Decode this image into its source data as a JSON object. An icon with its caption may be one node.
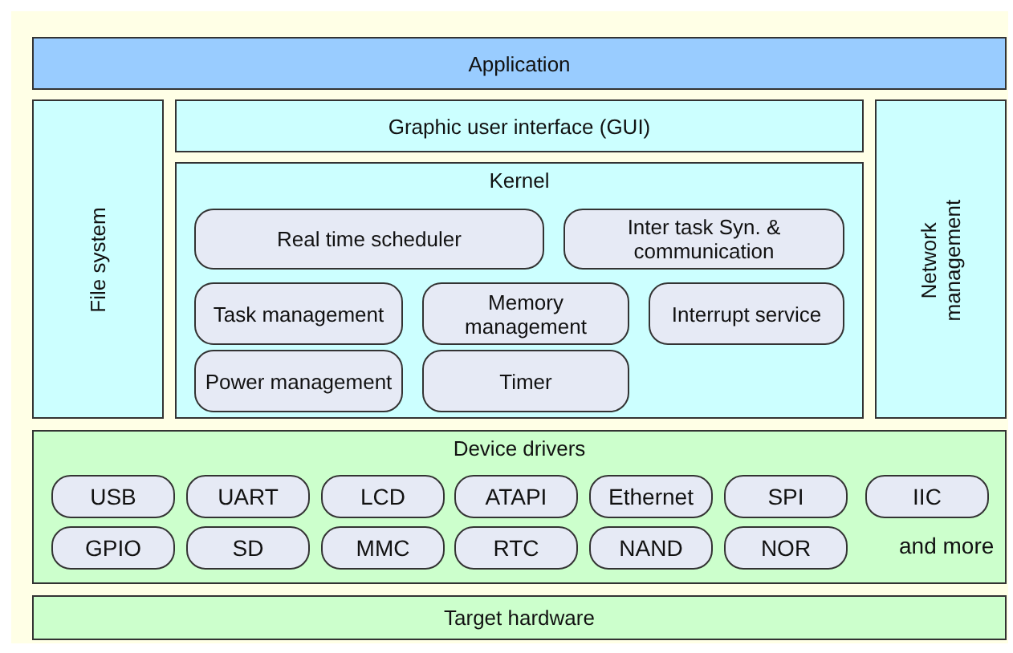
{
  "diagram": {
    "nodes": [
      {
        "text": [
          "Application"
        ]
      },
      {
        "text": [
          "File system"
        ]
      },
      {
        "text": [
          "Graphic user interface (GUI)"
        ]
      },
      {
        "text": [
          "Kernel"
        ]
      },
      {
        "text": [
          "Real time scheduler"
        ],
        "in": 3
      },
      {
        "text": [
          "Inter task Syn. & communication"
        ],
        "in": 3
      },
      {
        "text": [
          "Task management"
        ],
        "in": 3
      },
      {
        "text": [
          "Memory management"
        ],
        "in": 3
      },
      {
        "text": [
          "Interrupt service"
        ],
        "in": 3
      },
      {
        "text": [
          "Power management"
        ],
        "in": 3
      },
      {
        "text": [
          "Timer"
        ],
        "in": 3
      },
      {
        "text": [
          "Network management"
        ]
      },
      {
        "text": [
          "Device drivers"
        ]
      },
      {
        "text": [
          "USB"
        ],
        "in": 12
      },
      {
        "text": [
          "UART"
        ],
        "in": 12
      },
      {
        "text": [
          "LCD"
        ],
        "in": 12
      },
      {
        "text": [
          "ATAPI"
        ],
        "in": 12
      },
      {
        "text": [
          "Ethernet"
        ],
        "in": 12
      },
      {
        "text": [
          "SPI"
        ],
        "in": 12
      },
      {
        "text": [
          "IIC"
        ],
        "in": 12
      },
      {
        "text": [
          "GPIO"
        ],
        "in": 12
      },
      {
        "text": [
          "SD"
        ],
        "in": 12
      },
      {
        "text": [
          "MMC"
        ],
        "in": 12
      },
      {
        "text": [
          "RTC"
        ],
        "in": 12
      },
      {
        "text": [
          "NAND"
        ],
        "in": 12
      },
      {
        "text": [
          "NOR"
        ],
        "in": 12
      },
      {
        "text": [
          "Target hardware"
        ]
      }
    ],
    "labels": [
      "and more"
    ]
  }
}
